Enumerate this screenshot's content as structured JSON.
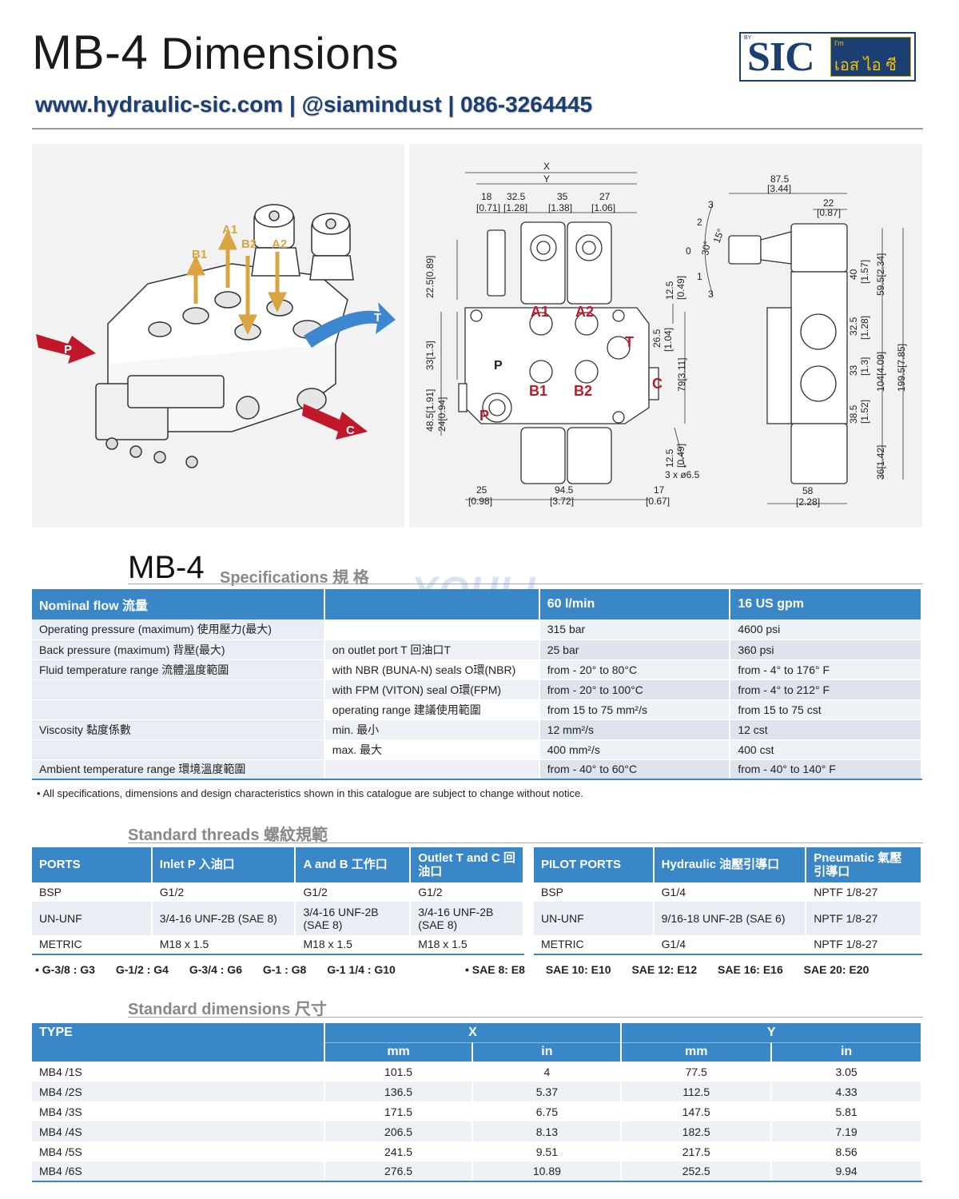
{
  "header": {
    "title_model": "MB-4",
    "title_rest": "Dimensions",
    "contact": "www.hydraulic-sic.com  |  @siamindust  |  086-3264445",
    "logo_by": "BY",
    "logo_main": "SIC",
    "logo_im": "I'm",
    "logo_thai": "เอส ไอ ซี"
  },
  "colors": {
    "accent": "#3a87c8",
    "brand": "#1c3f73",
    "port_arrow": "#d9a441",
    "label_red": "#c0182a"
  },
  "iso_labels": {
    "a1": "A1",
    "b1": "B1",
    "b2": "B2",
    "a2": "A2",
    "t": "T",
    "p": "P",
    "c": "C"
  },
  "front": {
    "x": "X",
    "y": "Y",
    "d18": "18",
    "d18i": "[0.71]",
    "d325": "32.5",
    "d325i": "[1.28]",
    "d35": "35",
    "d35i": "[1.38]",
    "d27": "27",
    "d27i": "[1.06]",
    "v225": "22.5[0.89]",
    "v33": "33[1.3]",
    "v485": "48.5[1.91]",
    "v24": "24[0.94]",
    "r125a": "12.5",
    "r125ai": "[0.49]",
    "r265": "26.5",
    "r265i": "[1.04]",
    "r79": "79[3.11]",
    "r125b": "12.5",
    "r125bi": "[0.49]",
    "holes": "3 x ø6.5",
    "b25": "25",
    "b25i": "[0.98]",
    "b945": "94.5",
    "b945i": "[3.72]",
    "b17": "17",
    "b17i": "[0.67]",
    "a1": "A1",
    "a2": "A2",
    "b1": "B1",
    "b2": "B2",
    "t": "T",
    "c": "C",
    "p1": "P",
    "p2": "P"
  },
  "side": {
    "w875": "87.5",
    "w875i": "[3.44]",
    "w22": "22",
    "w22i": "[0.87]",
    "a3a": "3",
    "a2": "2",
    "a15": "15°",
    "a30": "30°",
    "a0": "0",
    "a1": "1",
    "a3b": "3",
    "h40": "40",
    "h40i": "[1.57]",
    "h595": "59.5[2.34]",
    "h325": "32.5",
    "h325i": "[1.28]",
    "h33": "33",
    "h33i": "[1.3]",
    "h104": "104[4.09]",
    "h1995": "199.5[7.85]",
    "h385": "38.5",
    "h385i": "[1.52]",
    "h36": "36[1.42]",
    "w58": "58",
    "w58i": "[2.28]"
  },
  "spec": {
    "heading": "MB-4",
    "subtitle": "Specifications 規 格",
    "watermark": "YOULI",
    "header": [
      "Nominal flow 流量",
      "",
      "60 l/min",
      "16 US gpm"
    ],
    "rows": [
      [
        "Operating pressure (maximum) 使用壓力(最大)",
        "",
        "315 bar",
        "4600 psi"
      ],
      [
        "Back pressure (maximum) 背壓(最大)",
        "on outlet port T 回油口T",
        "25 bar",
        "360 psi"
      ],
      [
        "Fluid temperature range 流體溫度範圍",
        "with NBR (BUNA-N) seals O環(NBR)",
        "from - 20° to 80°C",
        "from - 4° to 176° F"
      ],
      [
        "",
        "with FPM (VITON) seal O環(FPM)",
        "from - 20° to 100°C",
        "from - 4° to 212° F"
      ],
      [
        "",
        "operating range 建議使用範圍",
        "from 15 to 75 mm²/s",
        "from 15 to 75 cst"
      ],
      [
        "Viscosity 黏度係數",
        "min. 最小",
        "12 mm²/s",
        "12 cst"
      ],
      [
        "",
        "max. 最大",
        "400 mm²/s",
        "400 cst"
      ],
      [
        "Ambient temperature range 環境溫度範圍",
        "",
        "from - 40° to 60°C",
        "from - 40° to 140° F"
      ]
    ],
    "footnote": "• All specifications, dimensions and design characteristics shown in this catalogue are subject to change without notice."
  },
  "threads": {
    "title": "Standard threads 螺紋規範",
    "ports_header": [
      "PORTS",
      "Inlet P 入油口",
      "A and B 工作口",
      "Outlet T and C 回油口"
    ],
    "ports_rows": [
      [
        "BSP",
        "G1/2",
        "G1/2",
        "G1/2"
      ],
      [
        "UN-UNF",
        "3/4-16 UNF-2B (SAE 8)",
        "3/4-16 UNF-2B (SAE 8)",
        "3/4-16 UNF-2B (SAE 8)"
      ],
      [
        "METRIC",
        "M18 x 1.5",
        "M18 x 1.5",
        "M18 x 1.5"
      ]
    ],
    "pilot_header": [
      "PILOT PORTS",
      "Hydraulic 油壓引導口",
      "Pneumatic 氣壓引導口"
    ],
    "pilot_rows": [
      [
        "BSP",
        "G1/4",
        "NPTF 1/8-27"
      ],
      [
        "UN-UNF",
        "9/16-18 UNF-2B (SAE 6)",
        "NPTF 1/8-27"
      ],
      [
        "METRIC",
        "G1/4",
        "NPTF 1/8-27"
      ]
    ],
    "codes_g": [
      "• G-3/8 : G3",
      "G-1/2 : G4",
      "G-3/4 : G6",
      "G-1 : G8",
      "G-1 1/4 : G10"
    ],
    "codes_sae": [
      "• SAE 8: E8",
      "SAE 10: E10",
      "SAE 12: E12",
      "SAE 16: E16",
      "SAE 20: E20"
    ]
  },
  "dims": {
    "title": "Standard dimensions 尺寸",
    "col_type": "TYPE",
    "col_x": "X",
    "col_y": "Y",
    "mm": "mm",
    "in": "in",
    "rows": [
      [
        "MB4 /1S",
        "101.5",
        "4",
        "77.5",
        "3.05"
      ],
      [
        "MB4 /2S",
        "136.5",
        "5.37",
        "112.5",
        "4.33"
      ],
      [
        "MB4 /3S",
        "171.5",
        "6.75",
        "147.5",
        "5.81"
      ],
      [
        "MB4 /4S",
        "206.5",
        "8.13",
        "182.5",
        "7.19"
      ],
      [
        "MB4 /5S",
        "241.5",
        "9.51",
        "217.5",
        "8.56"
      ],
      [
        "MB4 /6S",
        "276.5",
        "10.89",
        "252.5",
        "9.94"
      ]
    ]
  }
}
